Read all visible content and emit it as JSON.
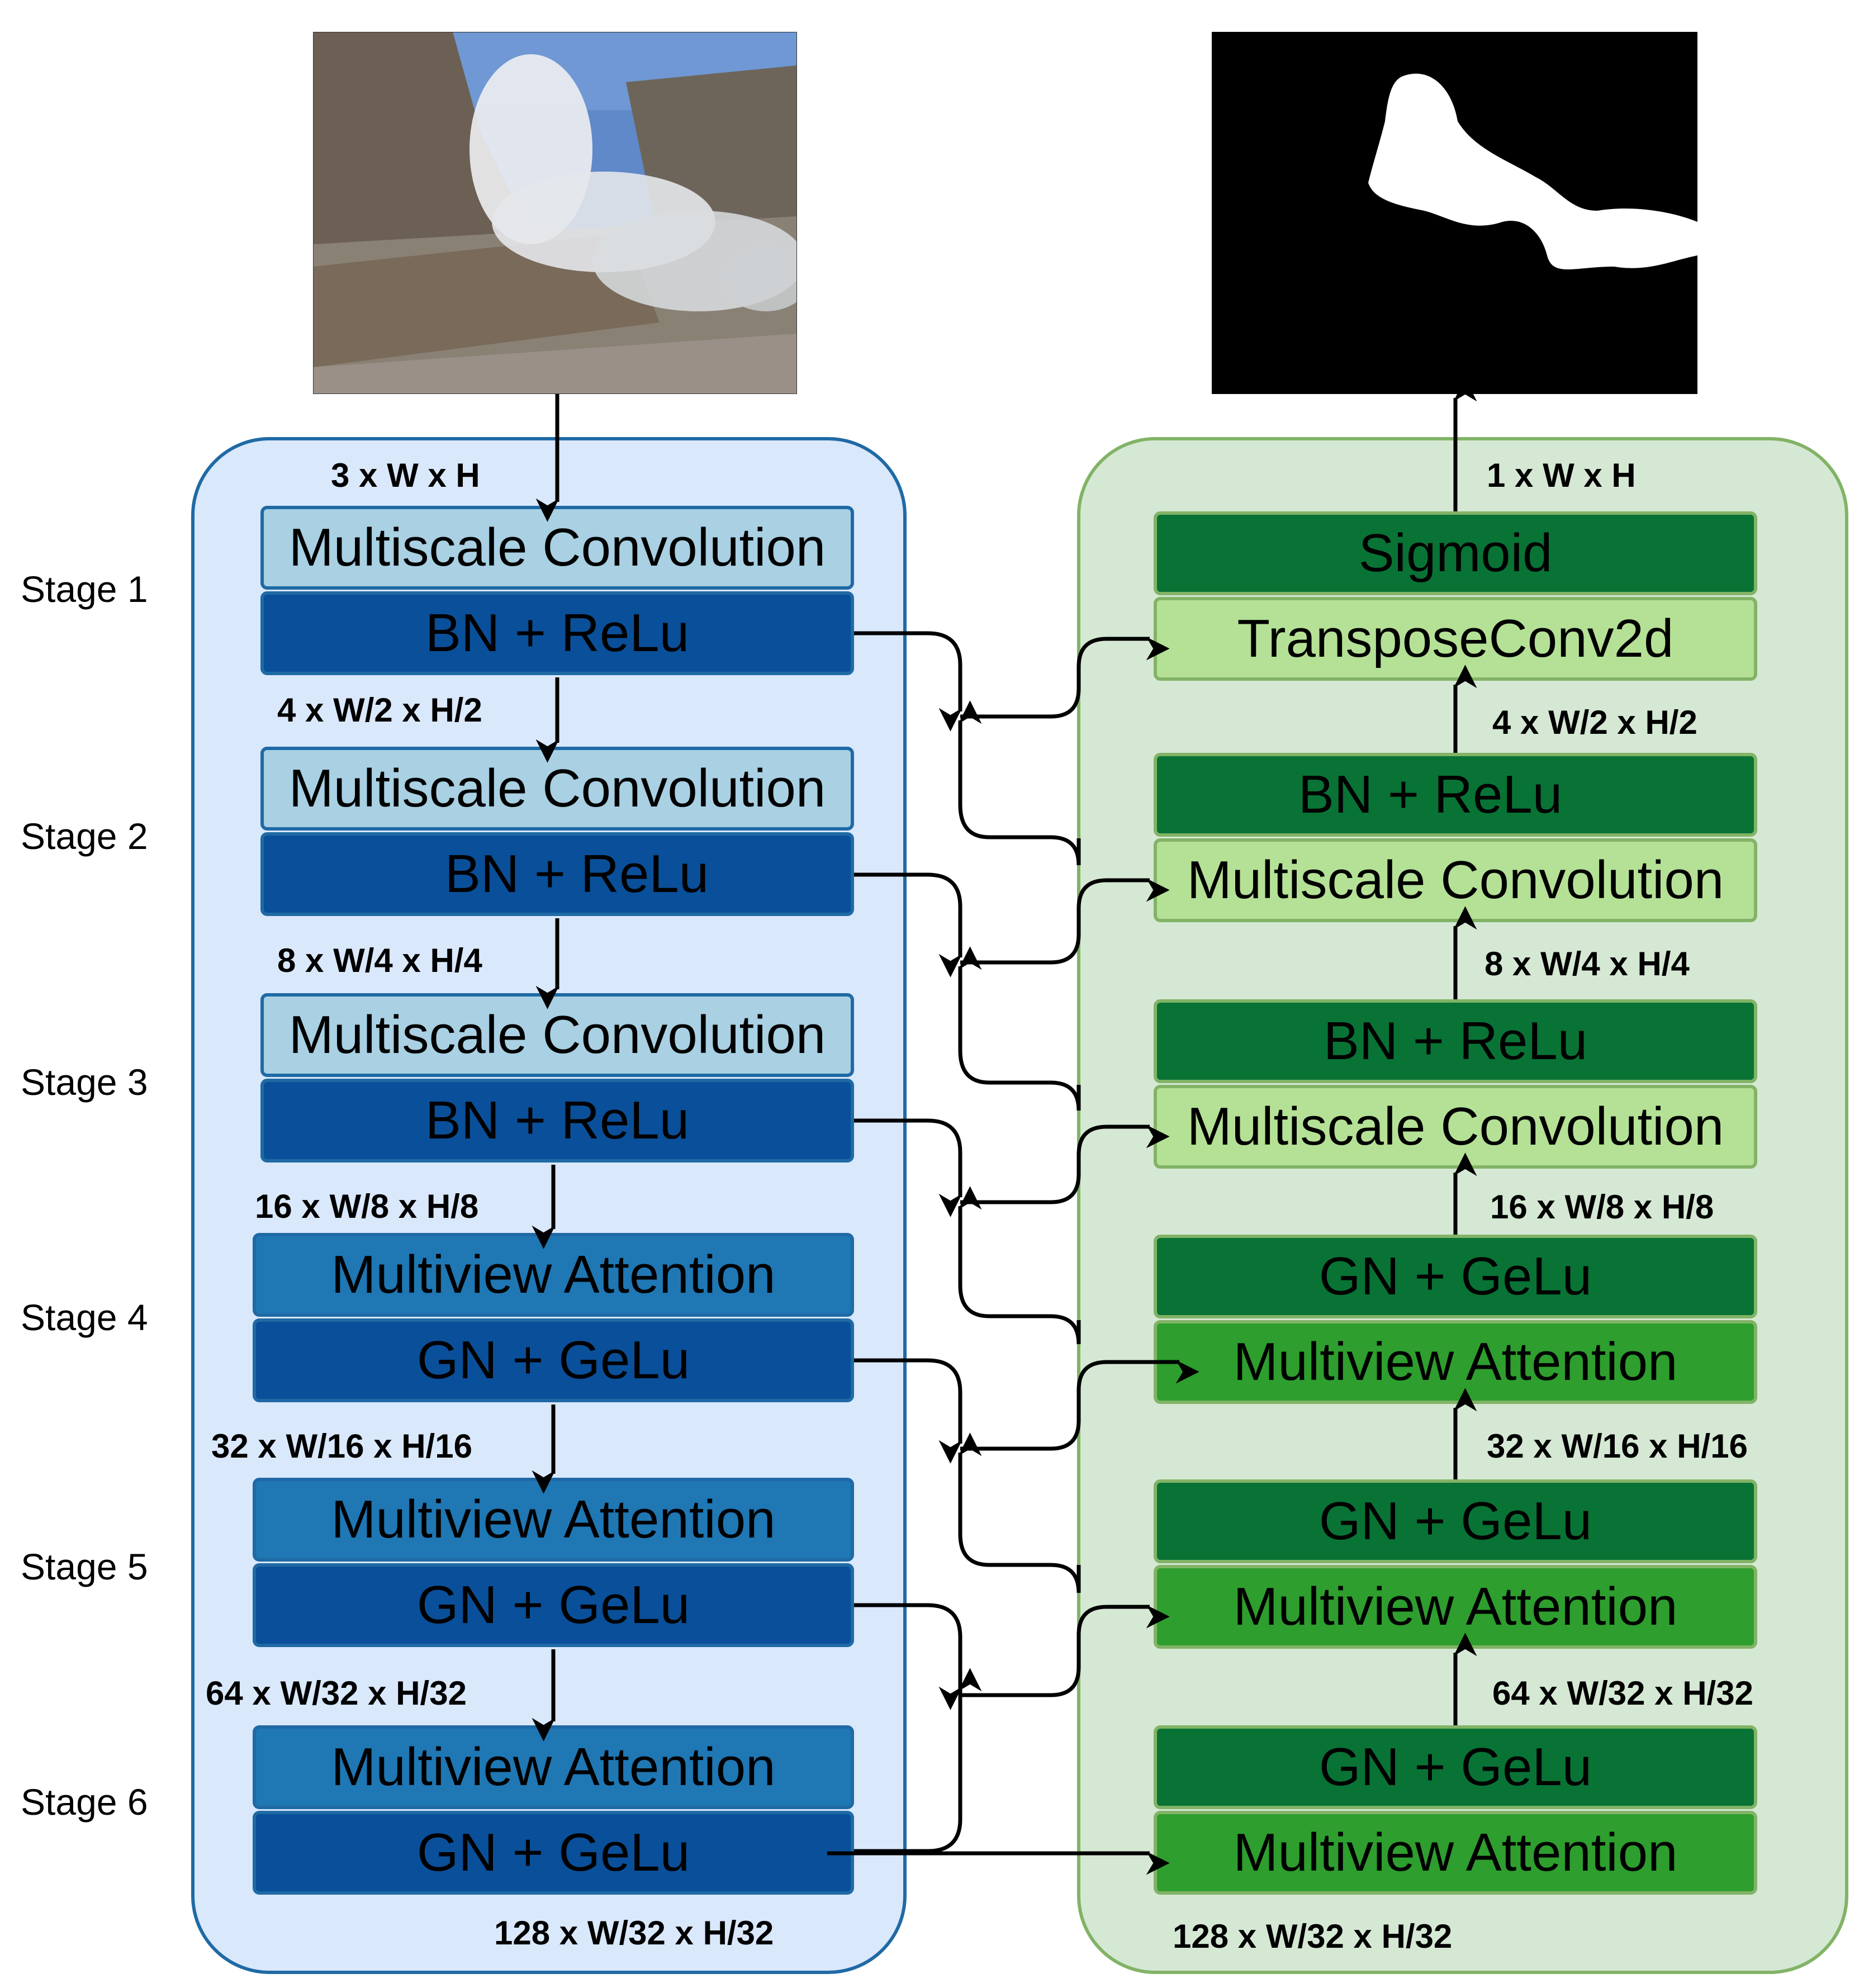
{
  "input_image": {
    "content": "photo of a rocky quarry cliff with a cloud of blast dust and smoke"
  },
  "output_mask": {
    "content": "binary segmentation mask: white dust plume region on black background"
  },
  "stages": [
    "Stage 1",
    "Stage 2",
    "Stage 3",
    "Stage 4",
    "Stage 5",
    "Stage 6"
  ],
  "encoder": {
    "blocks": [
      "Multiscale Convolution",
      "BN + ReLu",
      "Multiscale Convolution",
      "BN + ReLu",
      "Multiscale Convolution",
      "BN + ReLu",
      "Multiview Attention",
      "GN + GeLu",
      "Multiview Attention",
      "GN + GeLu",
      "Multiview Attention",
      "GN + GeLu"
    ],
    "dims": [
      "3 x W x H",
      "4 x W/2 x H/2",
      "8 x W/4 x H/4",
      "16 x W/8 x H/8",
      "32 x W/16 x H/16",
      "64 x W/32 x H/32",
      "128 x W/32 x H/32"
    ]
  },
  "decoder": {
    "blocks": [
      "Sigmoid",
      "TransposeConv2d",
      "BN + ReLu",
      "Multiscale Convolution",
      "BN + ReLu",
      "Multiscale Convolution",
      "GN + GeLu",
      "Multiview Attention",
      "GN + GeLu",
      "Multiview Attention",
      "GN + GeLu",
      "Multiview Attention"
    ],
    "dims": [
      "1 x W x H",
      "4 x W/2 x H/2",
      "8 x W/4 x H/4",
      "16 x W/8 x H/8",
      "32 x W/16 x H/16",
      "64 x W/32 x H/32",
      "128 x W/32 x H/32"
    ]
  },
  "colors": {
    "encoder_panel": "#dae8fc",
    "encoder_border": "#1f6aa5",
    "conv_light": "#a9d0e3",
    "conv_dark": "#0a4f99",
    "attn": "#1f77b4",
    "decoder_panel": "#d5e8d4",
    "decoder_border": "#82b366",
    "dec_dark": "#087335",
    "dec_light": "#b5e196",
    "dec_attn": "#2e9e2e"
  }
}
